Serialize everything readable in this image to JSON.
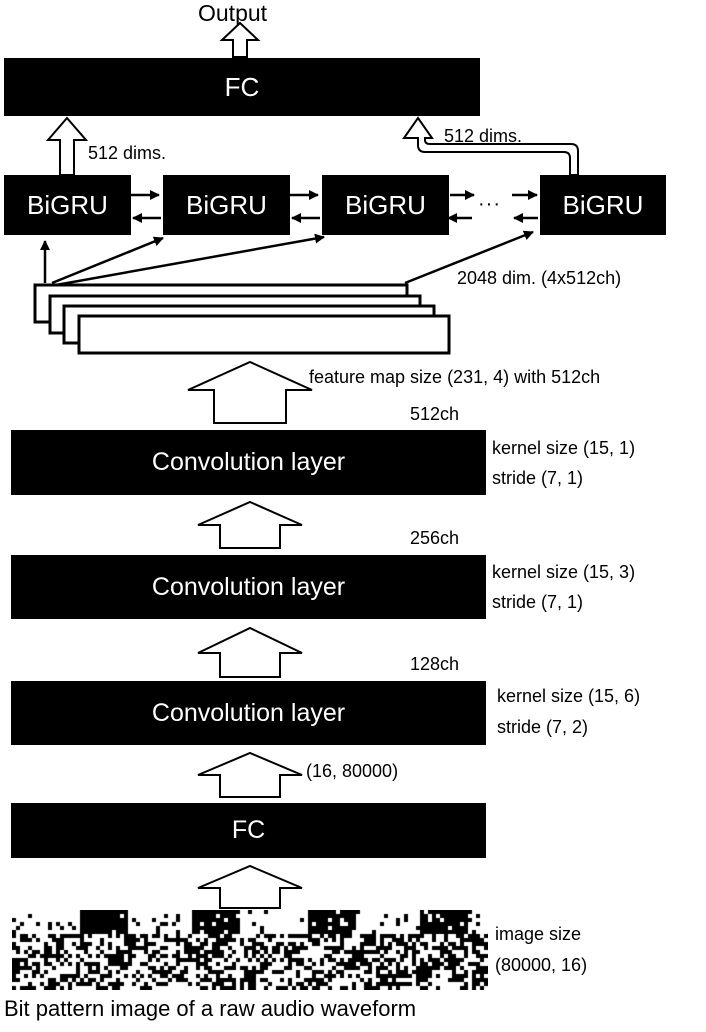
{
  "diagram": {
    "output_label": "Output",
    "fc_top_label": "FC",
    "bigru_labels": [
      "BiGRU",
      "BiGRU",
      "BiGRU",
      "BiGRU"
    ],
    "ellipsis": "···",
    "dims_left": "512 dims.",
    "dims_right": "512 dims.",
    "feature_dim_label": "2048 dim. (4x512ch)",
    "feature_map_label": "feature map size (231, 4) with 512ch",
    "conv_layers": [
      {
        "label": "Convolution layer",
        "channels": "512ch",
        "kernel": "kernel size (15, 1)",
        "stride": "stride (7, 1)"
      },
      {
        "label": "Convolution layer",
        "channels": "256ch",
        "kernel": "kernel size (15, 3)",
        "stride": "stride (7, 1)"
      },
      {
        "label": "Convolution layer",
        "channels": "128ch",
        "kernel": "kernel size (15, 6)",
        "stride": "stride (7, 2)"
      }
    ],
    "fc_bottom_shape": "(16, 80000)",
    "fc_bottom_label": "FC",
    "image_size_label": "image size",
    "image_size_value": "(80000, 16)",
    "caption": "Bit pattern image of a raw audio waveform"
  }
}
